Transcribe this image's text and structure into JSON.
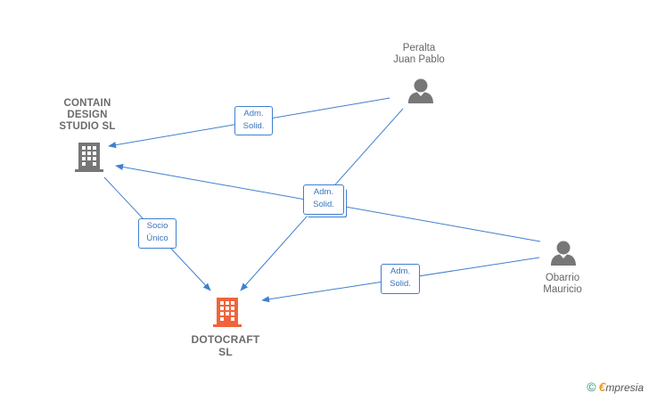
{
  "nodes": {
    "contain": {
      "line1": "CONTAIN",
      "line2": "DESIGN",
      "line3": "STUDIO  SL",
      "icon": "building-icon",
      "color": "#777777"
    },
    "dotocraft": {
      "line1": "DOTOCRAFT",
      "line2": "SL",
      "icon": "building-icon",
      "color": "#f0643a"
    },
    "peralta": {
      "line1": "Peralta",
      "line2": "Juan Pablo",
      "icon": "person-icon",
      "color": "#777777"
    },
    "obarrio": {
      "line1": "Obarrio",
      "line2": "Mauricio",
      "icon": "person-icon",
      "color": "#777777"
    }
  },
  "edges": [
    {
      "id": "peralta-contain",
      "line1": "Adm.",
      "line2": "Solid."
    },
    {
      "id": "stacked-adm",
      "line1": "Adm.",
      "line2": "Solid."
    },
    {
      "id": "contain-dotocraft",
      "line1": "Socio",
      "line2": "Único"
    },
    {
      "id": "obarrio-dotocraft",
      "line1": "Adm.",
      "line2": "Solid."
    }
  ],
  "edge_color": "#3f7fcf",
  "footer": {
    "copyright": "©",
    "brand_e": "€",
    "brand_rest": "mpresia"
  }
}
